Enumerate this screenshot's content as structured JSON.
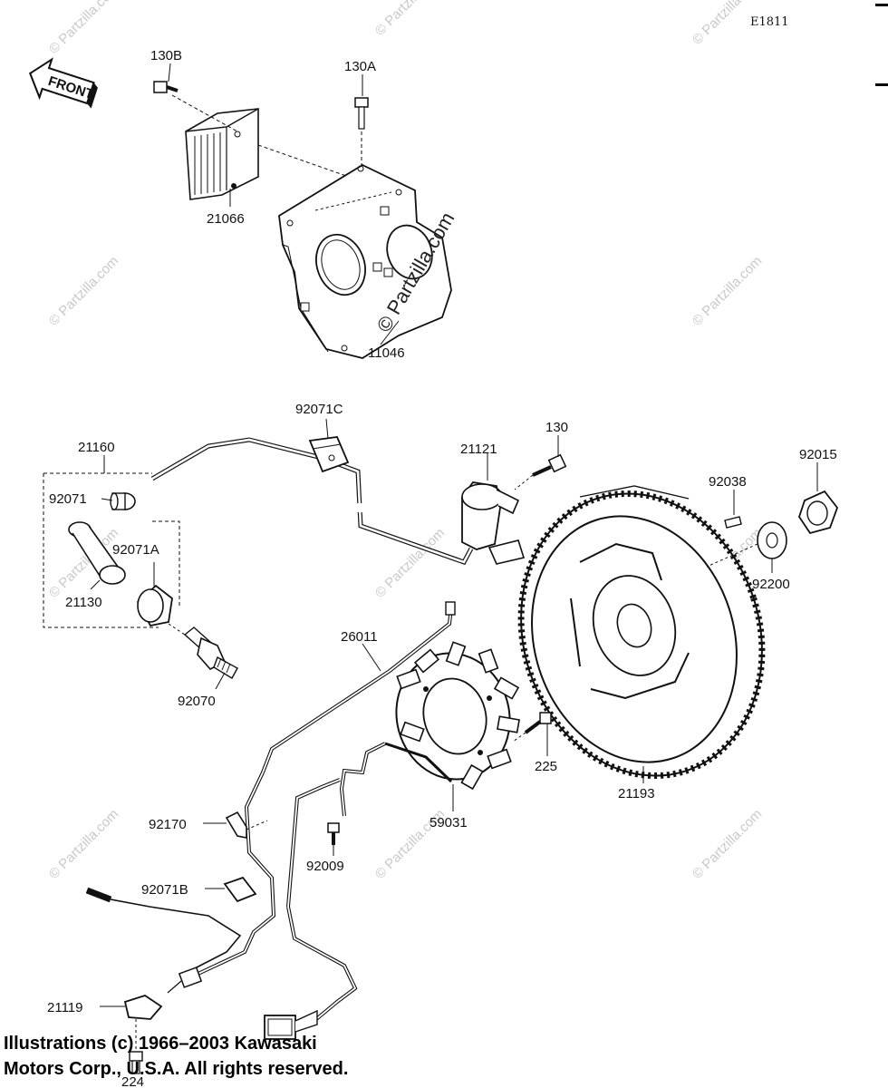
{
  "diagram_ref": "E1811",
  "front_label": "FRONT",
  "watermark_center": "© Partzilla.com",
  "watermark_small": "© Partzilla.com",
  "copyright": {
    "line1": "Illustrations (c) 1966–2003 Kawasaki",
    "line2": "Motors Corp., U.S.A.  All rights reserved."
  },
  "parts": {
    "p130B": "130B",
    "p130A": "130A",
    "p21066": "21066",
    "p11046": "11046",
    "p92071C": "92071C",
    "p21160": "21160",
    "p92071": "92071",
    "p21121": "21121",
    "p130": "130",
    "p92015": "92015",
    "p92038": "92038",
    "p92071A": "92071A",
    "p21130": "21130",
    "p92200": "92200",
    "p26011": "26011",
    "p92070": "92070",
    "p225": "225",
    "p21193": "21193",
    "p59031": "59031",
    "p92170": "92170",
    "p92009": "92009",
    "p92071B": "92071B",
    "p21119": "21119",
    "p224": "224"
  }
}
